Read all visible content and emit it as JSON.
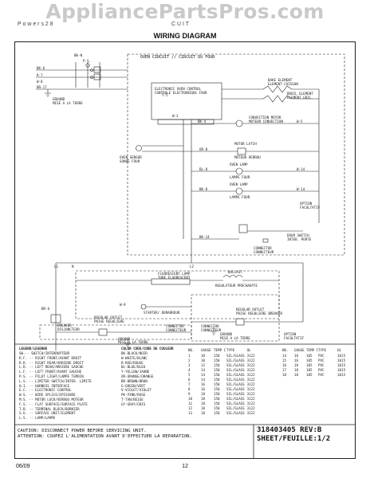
{
  "watermark": "AppliancePartsPros.com",
  "header": {
    "left": "P o w e r s 2 8",
    "right": "C U I T"
  },
  "title": "WIRING DIAGRAM",
  "oven_circuit": "OVEN CIRCUIT // CIRCUIT DU FOUR",
  "labels": {
    "bk_n": "BK-N",
    "ps": "P.S.",
    "ground_top": "GROUND",
    "ground_top_fr": "MISE A LA TERRE",
    "eoc": "ELECTRONIC OVEN CONTROL",
    "eoc_fr": "CONTROLE ELECTRONIQUE FOUR",
    "bake_element": "BAKE ELEMENT",
    "bake_element_fr": "ELEMENT CUISSON",
    "broil_element": "BROIL ELEMENT",
    "broil_element_fr": "ELEMENT GRIL",
    "conv_motor": "CONVECTION MOTOR",
    "conv_motor_fr": "MOTEUR CONVECTION",
    "motor_latch": "MOTOR LATCH",
    "motor_latch_fr": "MOTEUR VERROU",
    "oven_sensor": "OVEN SENSOR",
    "oven_sensor_fr": "SONDE FOUR",
    "oven_lamp": "OVEN LAMP",
    "oven_lamp_fr": "LAMPE FOUR",
    "oven_lamp2": "OVEN LAMP",
    "oven_lamp2_fr": "LAMPE FOUR",
    "option": "OPTION",
    "option_fr": "FACULTATIF",
    "door_switch": "DOOR SWITCH",
    "door_switch_fr": "INTER. PORTE",
    "conn1": "CONNECTOR",
    "conn1_fr": "CONNECTEUR",
    "fluor_lamp": "FLUORESCENT LAMP",
    "fluor_lamp_fr": "TUBE FLUORESCENT",
    "ballast": "BALLAST",
    "ballast_fr": "REGULATEUR PRECHAUFFE",
    "starter": "STARTER/ DEMARREUR",
    "breaker": "BREAKER",
    "breaker_fr": "DISJONCTEUR",
    "reg_outlet": "REGULAR OUTLET",
    "reg_outlet_fr": "PRISE REGULIERE",
    "reg_outlet_breaker": "REGULAR OUTLET",
    "reg_outlet_breaker_fr": "PRISE REGULIERE BREAKER",
    "conn2": "CONNECTOR",
    "conn2_fr": "CONNECTEUR",
    "conn3": "CONNECTOR",
    "conn3_fr": "CONNECTEUR",
    "ground_bottom": "GROUND",
    "ground_bottom_fr": "MISE A LA TERRE",
    "ground_bottom2": "GROUND",
    "ground_bottom2_fr": "MISE A LA TERRE",
    "option2": "OPTION",
    "option2_fr": "FACULTATIF",
    "l1": "L1",
    "n": "N",
    "l2": "L2",
    "bk6": "BK-6",
    "r7": "R-7",
    "w8": "W-8",
    "br17": "BR-17",
    "y5": "Y-5",
    "w3": "W-3",
    "bk4": "BK-4",
    "w5": "W-5",
    "or8": "OR-8",
    "bl8": "BL-8",
    "wr14": "W-14",
    "bk8": "BK-8",
    "w14b": "W-14",
    "bk14": "BK-14",
    "br6": "BR-6",
    "w9": "W-9"
  },
  "legend": {
    "title": "LEGEND/LEGENDE",
    "items": [
      "SW.-- SWITCH/INTERRUPTEUR",
      "R.F. -- RIGHT FRONT/AVANT DROIT",
      "R.R. -- RIGHT REAR/ARRIERE DROIT",
      "L.R. -- LEFT REAR/ARRIERE GAUCHE",
      "L.F. -- LEFT FRONT/AVANT GAUCHE",
      "P.S. -- PILOT LIGHT/LAMPE TEMOIN",
      "L.S. -- LIMITER SWITCH/INTER. LIMITE",
      "H.I. -- HARNESS INTERFACE",
      "E.C. -- ELECTRONIC CONTROL",
      "W.S. -- WIRE SPLICE/EPISSURE",
      "M.S. -- MOTOR LOCK/VERROU MOTEUR",
      "F.S. -- FLAT SURFACE/SURFACE PLATE",
      "T.B. -- TERMINAL BLOCK/BORNIER",
      "S.U. -- SURFACE UNIT/ELEMENT",
      "L.S. -- LAMP/LAMPE"
    ]
  },
  "color_code": {
    "title": "COLOR CODE/CODE DE COULEUR",
    "items": [
      "BK-BLACK/NOIR",
      "W-WHITE/BLANC",
      "R-RED/ROUGE",
      "BL-BLUE/BLEU",
      "Y-YELLOW/JAUNE",
      "OR-ORANGE/ORANGE",
      "BR-BROWN/BRUN",
      "G-GREEN/VERT",
      "V-VIOLET/VIOLET",
      "PK-PINK/ROSE",
      "T-TAN/BEIGE",
      "GY-GRAY/GRIS"
    ]
  },
  "wire_table1": {
    "headers": [
      "NO.",
      "GAUGE",
      "TEMP C",
      "TYPE",
      "UL"
    ],
    "rows": [
      [
        "1",
        "10",
        "150",
        "SIL/GLASS",
        "3122"
      ],
      [
        "2",
        "10",
        "150",
        "SIL/GLASS",
        "3122"
      ],
      [
        "3",
        "12",
        "150",
        "SIL/GLASS",
        "3122"
      ],
      [
        "4",
        "14",
        "150",
        "SIL/GLASS",
        "3122"
      ],
      [
        "5",
        "14",
        "150",
        "SIL/GLASS",
        "3122"
      ],
      [
        "6",
        "14",
        "150",
        "SIL/GLASS",
        "3122"
      ],
      [
        "7",
        "16",
        "150",
        "SIL/GLASS",
        "3122"
      ],
      [
        "8",
        "16",
        "150",
        "SIL/GLASS",
        "3122"
      ],
      [
        "9",
        "18",
        "150",
        "SIL/GLASS",
        "3122"
      ],
      [
        "10",
        "18",
        "150",
        "SIL/GLASS",
        "3122"
      ],
      [
        "11",
        "18",
        "150",
        "SIL/GLASS",
        "3122"
      ],
      [
        "12",
        "18",
        "150",
        "SIL/GLASS",
        "3122"
      ],
      [
        "13",
        "18",
        "150",
        "SIL/GLASS",
        "3122"
      ]
    ]
  },
  "wire_table2": {
    "headers": [
      "NO.",
      "GAUGE",
      "TEMP C",
      "TYPE",
      "UL"
    ],
    "rows": [
      [
        "14",
        "16",
        "105",
        "PVC",
        "1015"
      ],
      [
        "15",
        "16",
        "105",
        "PVC",
        "1015"
      ],
      [
        "16",
        "18",
        "105",
        "PVC",
        "1015"
      ],
      [
        "17",
        "18",
        "105",
        "PVC",
        "1015"
      ],
      [
        "18",
        "18",
        "105",
        "PVC",
        "1015"
      ]
    ]
  },
  "caution": {
    "line1": "CAUTION: DISCONNECT POWER BEFORE SERVICING UNIT.",
    "line2": "ATTENTION: COUPEZ L'ALIMENTATION AVANT D'EFFECTUER LA REPARATION."
  },
  "part_number": "318403405 REV:B",
  "sheet": "SHEET/FEUILLE:1/2",
  "footer": {
    "date": "06/09",
    "page": "12"
  }
}
